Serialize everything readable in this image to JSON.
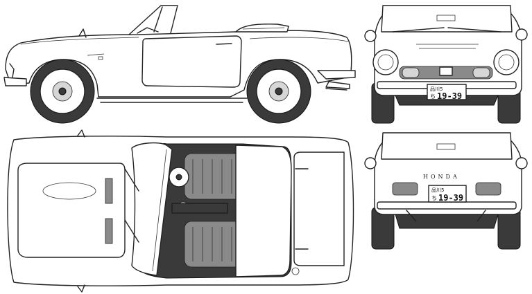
{
  "views": {
    "front": {
      "plate_small": "品川5",
      "plate_prefix": "ち",
      "plate_number": "19-39"
    },
    "rear": {
      "badge": "HONDA",
      "plate_small": "品川5",
      "plate_prefix": "ち",
      "plate_number": "19-39"
    }
  }
}
